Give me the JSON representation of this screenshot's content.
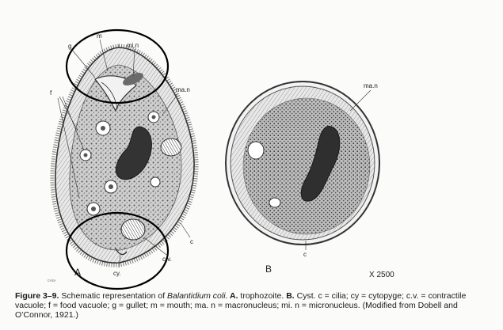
{
  "panel_a": {
    "letter": "A",
    "labels": {
      "m": "m",
      "mi_n": "mi.n",
      "g": "g",
      "ma_n": "ma.n",
      "f": "f",
      "c": "c",
      "cv": "c.v.",
      "cy": "cy."
    },
    "corner_mark": "c«s»"
  },
  "panel_b": {
    "letter": "B",
    "labels": {
      "ma_n": "ma.n",
      "c": "c"
    },
    "magnification": "X 2500"
  },
  "highlight_color": "#000000",
  "caption": {
    "figure_label": "Figure 3–9.",
    "text_1": " Schematic representation of ",
    "species": "Balantidium coli.",
    "a_label": " A.",
    "a_text": " trophozoite. ",
    "b_label": "B.",
    "b_text": " Cyst. c = cilia; cy = cytopyge; c.v. = contractile vacuole; f = food vacuole; g = gullet; m = mouth; ma. n = macronucleus; mi. n = micronucleus. (Modified from Dobell and O’Connor, 1921.)"
  }
}
